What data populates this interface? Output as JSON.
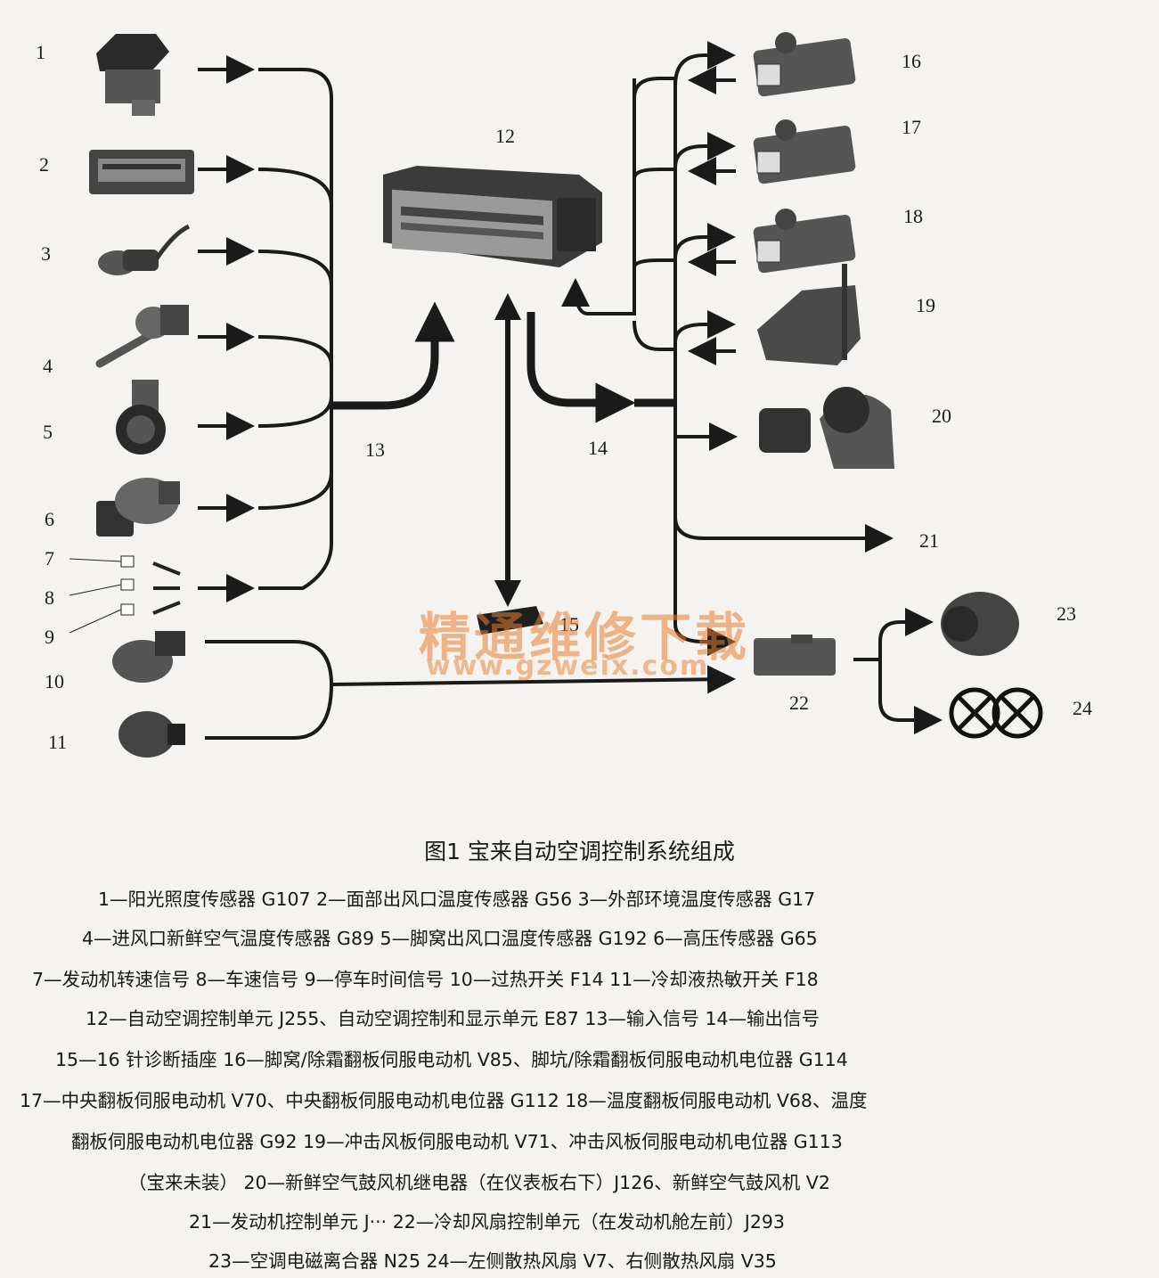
{
  "numbers": {
    "n1": "1",
    "n2": "2",
    "n3": "3",
    "n4": "4",
    "n5": "5",
    "n6": "6",
    "n7": "7",
    "n8": "8",
    "n9": "9",
    "n10": "10",
    "n11": "11",
    "n12": "12",
    "n13": "13",
    "n14": "14",
    "n15": "15",
    "n16": "16",
    "n17": "17",
    "n18": "18",
    "n19": "19",
    "n20": "20",
    "n21": "21",
    "n22": "22",
    "n23": "23",
    "n24": "24"
  },
  "watermark": {
    "cn": "精通维修下载",
    "url": "www.gzweix.com"
  },
  "caption": {
    "title": "图1  宝来自动空调控制系统组成",
    "lines": [
      "1—阳光照度传感器 G107   2—面部出风口温度传感器 G56   3—外部环境温度传感器 G17",
      "4—进风口新鲜空气温度传感器 G89    5—脚窝出风口温度传感器 G192    6—高压传感器 G65",
      "7—发动机转速信号    8—车速信号    9—停车时间信号    10—过热开关 F14    11—冷却液热敏开关 F18",
      "12—自动空调控制单元 J255、自动空调控制和显示单元 E87    13—输入信号    14—输出信号",
      "15—16 针诊断插座    16—脚窝/除霜翻板伺服电动机 V85、脚坑/除霜翻板伺服电动机电位器 G114",
      "17—中央翻板伺服电动机 V70、中央翻板伺服电动机电位器 G112    18—温度翻板伺服电动机 V68、温度",
      "翻板伺服电动机电位器 G92    19—冲击风板伺服电动机 V71、冲击风板伺服电动机电位器 G113",
      "（宝来未装）  20—新鲜空气鼓风机继电器（在仪表板右下）J126、新鲜空气鼓风机 V2",
      "21—发动机控制单元 J···    22—冷却风扇控制单元（在发动机舱左前）J293",
      "23—空调电磁离合器 N25    24—左侧散热风扇 V7、右侧散热风扇 V35"
    ]
  }
}
